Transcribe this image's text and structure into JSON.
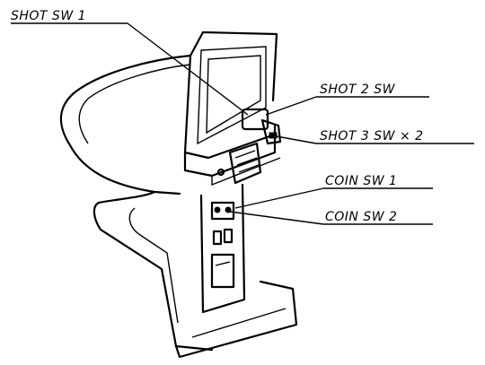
{
  "labels": {
    "shot_sw_1": "SHOT SW 1",
    "shot_2_sw": "SHOT 2 SW",
    "shot_3_sw_x2": "SHOT 3 SW × 2",
    "coin_sw_1": "COIN SW 1",
    "coin_sw_2": "COIN SW 2"
  },
  "colors": {
    "line": "#000000",
    "background": "#ffffff"
  }
}
